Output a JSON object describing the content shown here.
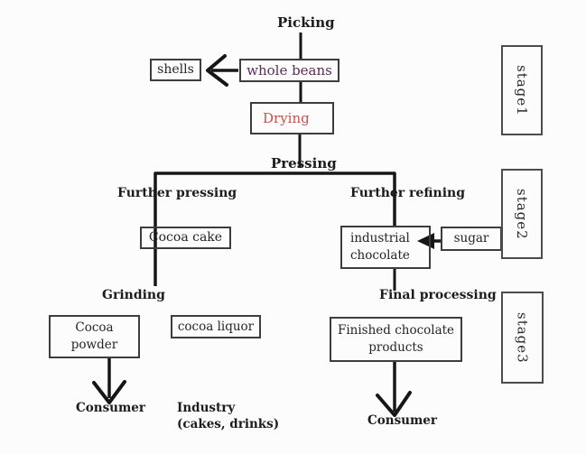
{
  "diagram": {
    "labels": {
      "picking": "Picking",
      "pressing": "Pressing",
      "further_pressing": "Further pressing",
      "further_refining": "Further refining",
      "grinding": "Grinding",
      "final_processing": "Final processing",
      "consumer_left": "Consumer",
      "industry": "Industry",
      "industry_sub": "(cakes, drinks)",
      "consumer_right": "Consumer"
    },
    "boxes": {
      "shells": "shells",
      "whole_beans": "whole beans",
      "drying": "Drying",
      "cocoa_cake": "Cocoa cake",
      "industrial_chocolate": {
        "line1": "industrial",
        "line2": "chocolate"
      },
      "sugar": "sugar",
      "cocoa_powder": {
        "line1": "Cocoa",
        "line2": "powder"
      },
      "cocoa_liquor": "cocoa liquor",
      "finished_products": {
        "line1": "Finished chocolate",
        "line2": "products"
      }
    },
    "stages": {
      "stage1": "stage1",
      "stage2": "stage2",
      "stage3": "stage3"
    },
    "colors": {
      "whole_beans_text": "#5e2c52",
      "drying_text": "#c9504b",
      "line": "#161616",
      "box_border": "#3d3d3d",
      "background": "#fcfcfc"
    }
  }
}
